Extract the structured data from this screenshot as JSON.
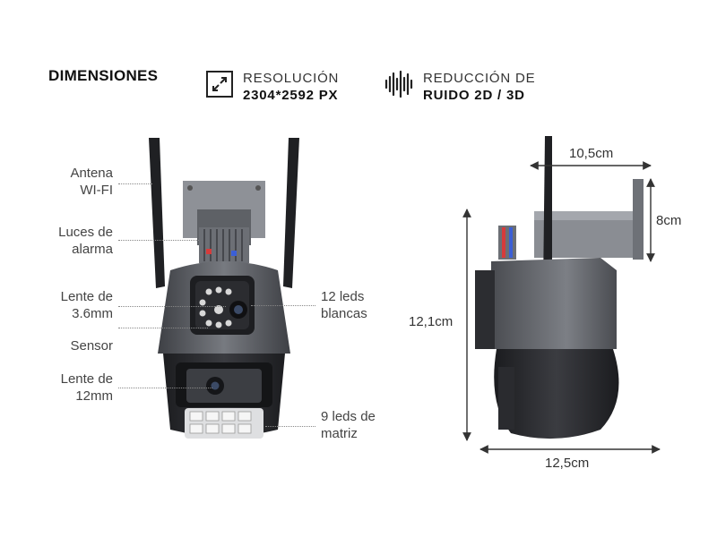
{
  "header": {
    "title": "DIMENSIONES",
    "resolution": {
      "line1": "RESOLUCIÓN",
      "line2": "2304*2592 PX",
      "icon": "expand-icon"
    },
    "noise": {
      "line1": "REDUCCIÓN DE",
      "line2": "RUIDO 2D / 3D",
      "icon": "waveform-icon"
    }
  },
  "front_labels": {
    "antenna": {
      "l1": "Antena",
      "l2": "WI-FI"
    },
    "alarm": {
      "l1": "Luces de",
      "l2": "alarma"
    },
    "lens36": {
      "l1": "Lente de",
      "l2": "3.6mm"
    },
    "sensor": {
      "l1": "Sensor"
    },
    "lens12": {
      "l1": "Lente de",
      "l2": "12mm"
    },
    "leds12": {
      "l1": "12 leds",
      "l2": "blancas"
    },
    "leds9": {
      "l1": "9 leds de",
      "l2": "matriz"
    }
  },
  "dimensions": {
    "depth": "10,5cm",
    "bracket": "8cm",
    "height": "12,1cm",
    "width": "12,5cm"
  },
  "colors": {
    "body": "#5a5d63",
    "dark": "#2b2c30",
    "bracket": "#8a8d93"
  }
}
